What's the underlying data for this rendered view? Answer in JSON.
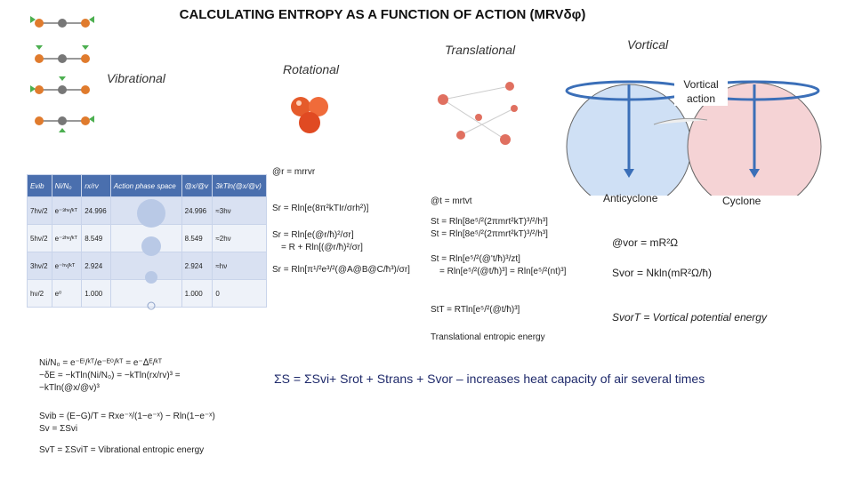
{
  "title": "CALCULATING ENTROPY AS A FUNCTION OF ACTION (MRVδφ)",
  "sections": {
    "translational": "Translational",
    "vortical": "Vortical",
    "vibrational": "Vibrational",
    "rotational": "Rotational"
  },
  "vortical_diagram": {
    "action_label": "Vortical action",
    "anticyclone": "Anticyclone",
    "cyclone": "Cyclone"
  },
  "rotational_equations": [
    "@r = mrrvr",
    "Sr = Rln[e(8π²kTIr/σrh²)]",
    "Sr = Rln[e(@r/ħ)²/σr]",
    "= R + Rln[(@r/ħ)²/σr]",
    "Sr = Rln[π¹/²e³/²(@A@B@C/ħ³)/σr]"
  ],
  "translational_equations": [
    "@t = mrtvt",
    "St = Rln[8e⁵/²(2πmrt²kT)³/²/h³]",
    "St = Rln[8e⁵/²(2πmrt²kT)³/²/h³]",
    "St = Rln[e⁵/²(@'t/ħ)³/zt]",
    "= Rln[e⁵/²(@t/ħ)³] = Rln[e⁵/²(nt)³]",
    "StT = RTln[e⁵/²(@t/ħ)³]"
  ],
  "translational_caption": "Translational entropic energy",
  "vortical_equations": {
    "action": "@vor = mR²Ω",
    "entropy": "Svor = Nkln(mR²Ω/ħ)",
    "energy": "SvorT = Vortical potential energy"
  },
  "vibrational_equations": [
    "Ni/N₀ = e⁻ᴱⁱ/ᵏᵀ/e⁻ᴱ⁰/ᵏᵀ = e⁻ᐃᴱ/ᵏᵀ",
    "−δE = −kTln(Ni/N₀) = −kTln(rx/rv)³ =",
    "−kTln(@x/@v)³",
    "Svib = (E−G)/T = Rxe⁻ˣ/(1−e⁻ˣ) − Rln(1−e⁻ˣ)",
    "Sv = ΣSvi",
    "SvT = ΣSviT = Vibrational entropic energy"
  ],
  "summary": "ΣS = ΣSvi+ Srot + Strans + Svor – increases heat capacity of air several times",
  "table": {
    "headers": [
      "Evib",
      "Ni/N₀",
      "rx/rv",
      "Action phase space",
      "@x/@v",
      "3kTln(@x/@v)"
    ],
    "rows": [
      [
        "7hν/2",
        "e⁻³ʰᵛ/ᵏᵀ",
        "24.996",
        "",
        "24.996",
        "≈3hν"
      ],
      [
        "5hν/2",
        "e⁻²ʰᵛ/ᵏᵀ",
        "8.549",
        "",
        "8.549",
        "≈2hν"
      ],
      [
        "3hν/2",
        "e⁻ʰᵛ/ᵏᵀ",
        "2.924",
        "",
        "2.924",
        "≈hν"
      ],
      [
        "hν/2",
        "e⁰",
        "1.000",
        "",
        "1.000",
        "0"
      ]
    ]
  },
  "colors": {
    "title": "#111111",
    "summary": "#1f2a6b",
    "table_header": "#4a6fae",
    "anticyclone": "#cfe0f5",
    "cyclone": "#f5d3d5"
  }
}
